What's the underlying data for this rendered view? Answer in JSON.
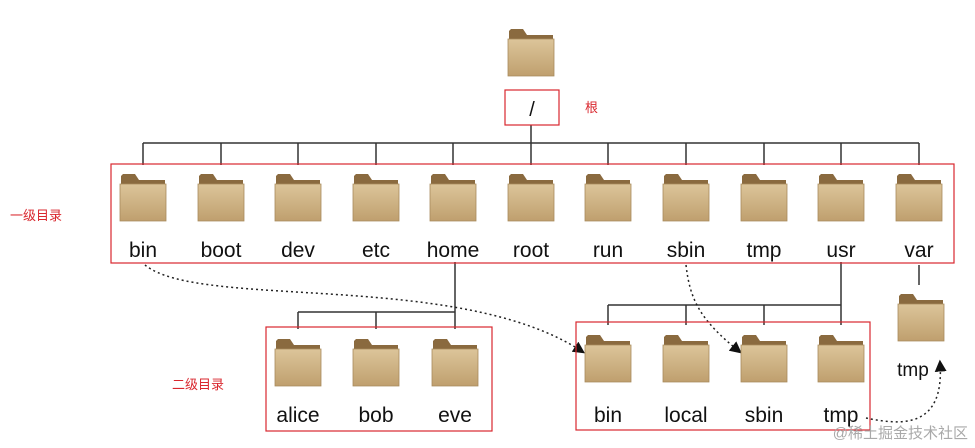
{
  "root": {
    "label": "/",
    "annotation": "根"
  },
  "level1": {
    "annotation": "一级目录",
    "items": [
      "bin",
      "boot",
      "dev",
      "etc",
      "home",
      "root",
      "run",
      "sbin",
      "tmp",
      "usr",
      "var"
    ]
  },
  "level2": {
    "annotation": "二级目录",
    "home_children": [
      "alice",
      "bob",
      "eve"
    ],
    "usr_children": [
      "bin",
      "local",
      "sbin",
      "tmp"
    ],
    "var_children": [
      "tmp"
    ]
  },
  "watermark": "@稀土掘金技术社区",
  "colors": {
    "highlight_box": "#d9272e",
    "annotation_text": "#d9272e",
    "folder_back": "#8a6a3f",
    "folder_front": "#d2b98d",
    "connector": "#333333"
  },
  "icons": {
    "folder": "folder-icon"
  }
}
